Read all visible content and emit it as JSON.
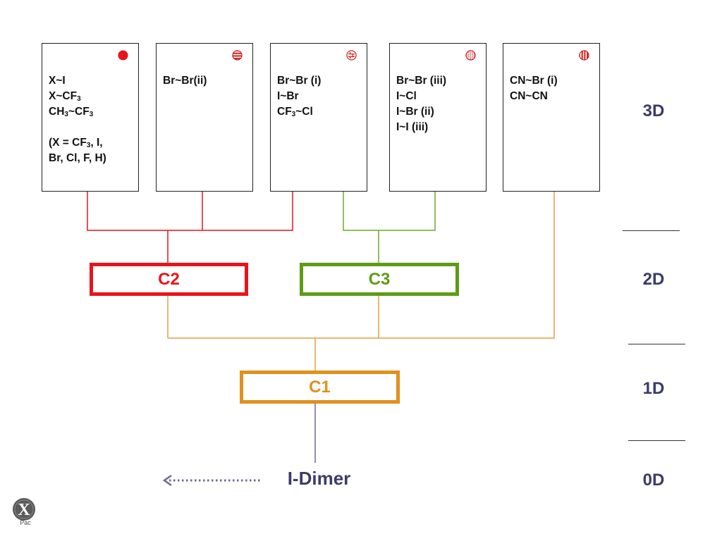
{
  "boxes": [
    {
      "lines": [
        [
          "X~I"
        ],
        [
          "X~CF",
          "3"
        ],
        [
          "CH",
          "3",
          "~CF",
          "3"
        ],
        [
          ""
        ],
        [
          "(X = CF",
          "3",
          ", I,"
        ],
        [
          "Br, Cl, F, H)"
        ]
      ]
    },
    {
      "lines": [
        [
          "Br~Br(ii)"
        ]
      ]
    },
    {
      "lines": [
        [
          "Br~Br (i)"
        ],
        [
          "I~Br"
        ],
        [
          "CF",
          "3",
          "~Cl"
        ]
      ]
    },
    {
      "lines": [
        [
          "Br~Br (iii)"
        ],
        [
          "I~Cl"
        ],
        [
          "I~Br (ii)"
        ],
        [
          "I~I (iii)"
        ]
      ]
    },
    {
      "lines": [
        [
          "CN~Br (i)"
        ],
        [
          "CN~CN"
        ]
      ]
    }
  ],
  "levels": {
    "c2": {
      "label": "C2",
      "color": "#e8141c"
    },
    "c3": {
      "label": "C3",
      "color": "#5e9c15"
    },
    "c1": {
      "label": "C1",
      "color": "#e0901e"
    }
  },
  "dimensions": {
    "d3": "3D",
    "d2": "2D",
    "d1": "1D",
    "d0": "0D"
  },
  "dimer_label": "I-Dimer",
  "logo": {
    "letter": "X",
    "sub": "Pac"
  },
  "colors": {
    "red": "#e8141c",
    "green": "#6ea82c",
    "orange": "#e0a040",
    "navy": "#6a6a96"
  }
}
